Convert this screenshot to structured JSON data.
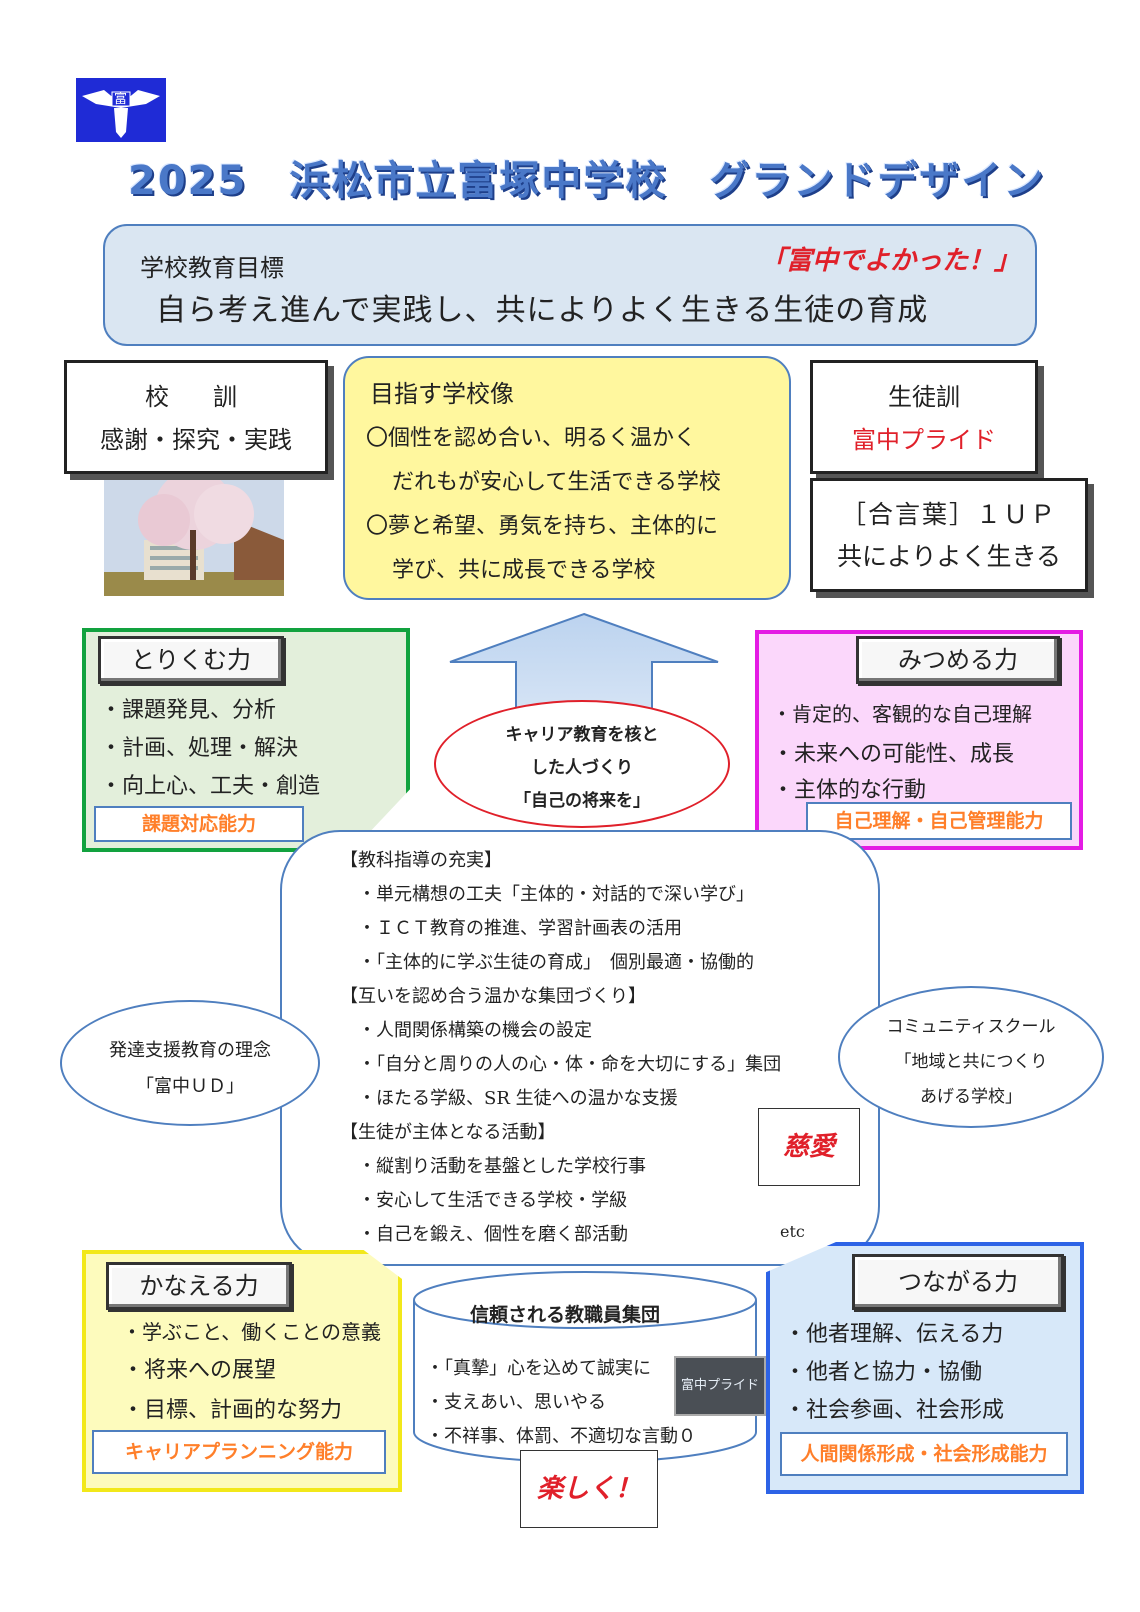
{
  "header": {
    "title": "2025　浜松市立富塚中学校　グランドデザイン",
    "logo_text": "富"
  },
  "goal": {
    "label": "学校教育目標",
    "slogan": "「富中でよかった！」",
    "text": "自ら考え進んで実践し、共によりよく生きる生徒の育成"
  },
  "kokun": {
    "title": "校　訓",
    "text": "感謝・探究・実践"
  },
  "mezasu": {
    "title": "目指す学校像",
    "lines": [
      "〇個性を認め合い、明るく温かく",
      "だれもが安心して生活できる学校",
      "〇夢と希望、勇気を持ち、主体的に",
      "学び、共に成長できる学校"
    ]
  },
  "seitokun": {
    "title": "生徒訓",
    "text": "富中プライド"
  },
  "aikotoba": {
    "title": "［合言葉］１ＵＰ",
    "text": "共によりよく生きる"
  },
  "torikumu": {
    "title": "とりくむ力",
    "items": [
      "・課題発見、分析",
      "・計画、処理・解決",
      "・向上心、工夫・創造"
    ],
    "tag": "課題対応能力"
  },
  "mitsumeru": {
    "title": "みつめる力",
    "items": [
      "・肯定的、客観的な自己理解",
      "・未来への可能性、成長",
      "・主体的な行動"
    ],
    "tag": "自己理解・自己管理能力"
  },
  "career": {
    "lines": [
      "キャリア教育を核と",
      "した人づくり",
      "「自己の将来を」"
    ]
  },
  "central": {
    "sections": [
      {
        "heading": "【教科指導の充実】",
        "items": [
          "・単元構想の工夫「主体的・対話的で深い学び」",
          "・ＩＣＴ教育の推進、学習計画表の活用",
          "・「主体的に学ぶ生徒の育成」　個別最適・協働的"
        ]
      },
      {
        "heading": "【互いを認め合う温かな集団づくり】",
        "items": [
          "・人間関係構築の機会の設定",
          "・「自分と周りの人の心・体・命を大切にする」集団",
          "・ほたる学級、SR 生徒への温かな支援"
        ]
      },
      {
        "heading": "【生徒が主体となる活動】",
        "items": [
          "・縦割り活動を基盤とした学校行事",
          "・安心して生活できる学校・学級",
          "・自己を鍛え、個性を磨く部活動"
        ]
      }
    ],
    "etc": "etc"
  },
  "hattatsu": {
    "lines": [
      "発達支援教育の理念",
      "「富中ＵＤ」"
    ]
  },
  "community": {
    "lines": [
      "コミュニティスクール",
      "「地域と共につくり",
      "あげる学校」"
    ]
  },
  "jiai": "慈愛",
  "kanaeru": {
    "title": "かなえる力",
    "items": [
      "・学ぶこと、働くことの意義",
      "・将来への展望",
      "・目標、計画的な努力"
    ],
    "tag": "キャリアプランニング能力"
  },
  "staff": {
    "title": "信頼される教職員集団",
    "items": [
      "・「真摯」心を込めて誠実に",
      "・支えあい、思いやる",
      "・不祥事、体罰、不適切な言動０"
    ],
    "plate": "富中プライド"
  },
  "tanoshiku": "楽しく！",
  "tsunagaru": {
    "title": "つながる力",
    "items": [
      "・他者理解、伝える力",
      "・他者と協力・協働",
      "・社会参画、社会形成"
    ],
    "tag": "人間関係形成・社会形成能力"
  },
  "colors": {
    "accent_blue": "#4f7fbf",
    "red": "#e0202a",
    "orange": "#ff7f2a",
    "green": "#12a23f",
    "magenta": "#e41be4",
    "yellow": "#f2e81a",
    "blue": "#2d63e6"
  }
}
